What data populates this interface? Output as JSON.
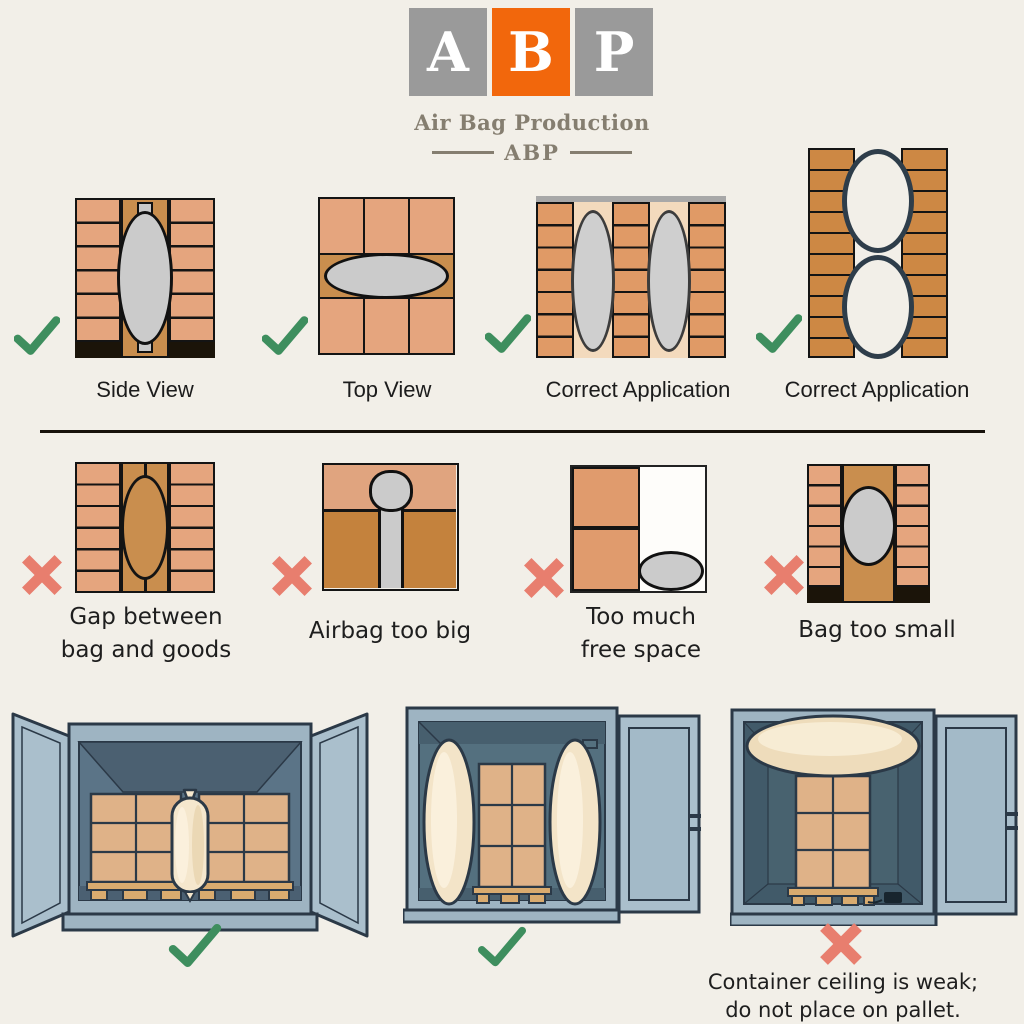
{
  "header": {
    "logo_letters": [
      "A",
      "B",
      "P"
    ],
    "subtitle": "Air Bag Production",
    "tagline": "ABP"
  },
  "row_correct": {
    "items": [
      {
        "label": "Side View",
        "status": "correct"
      },
      {
        "label": "Top View",
        "status": "correct"
      },
      {
        "label": "Correct Application",
        "status": "correct"
      },
      {
        "label": "Correct Application",
        "status": "correct"
      }
    ]
  },
  "row_incorrect": {
    "items": [
      {
        "label": "Gap between\nbag and goods",
        "status": "incorrect"
      },
      {
        "label": "Airbag too big",
        "status": "incorrect"
      },
      {
        "label": "Too much\nfree space",
        "status": "incorrect"
      },
      {
        "label": "Bag too small",
        "status": "incorrect"
      }
    ]
  },
  "row_containers": {
    "items": [
      {
        "status": "correct",
        "caption": ""
      },
      {
        "status": "correct",
        "caption": ""
      },
      {
        "status": "incorrect",
        "caption": "Container ceiling is weak;\ndo not place on pallet."
      }
    ]
  },
  "colors": {
    "background": "#f2efe8",
    "logo_square_gray": "#9a9a9a",
    "logo_square_orange": "#f2670c",
    "logo_letter": "#ffffff",
    "logo_text_gray": "#857e70",
    "check_green": "#3e8e5e",
    "cross_red": "#e87e6e",
    "brick_salmon": "#e5a57e",
    "brick_orange": "#c98e4e",
    "brick_copper": "#cd8844",
    "bag_gray": "#cbcbcb",
    "airbag_cream": "#f5e7cd",
    "container_blue": "#9eb4c2",
    "door_blue": "#aabfcc",
    "interior_slate": "#54707f",
    "interior_dark": "#415a69",
    "box_tan": "#dfb288",
    "pallet_tan": "#d9ab6f",
    "outline_navy": "#2b3947"
  }
}
